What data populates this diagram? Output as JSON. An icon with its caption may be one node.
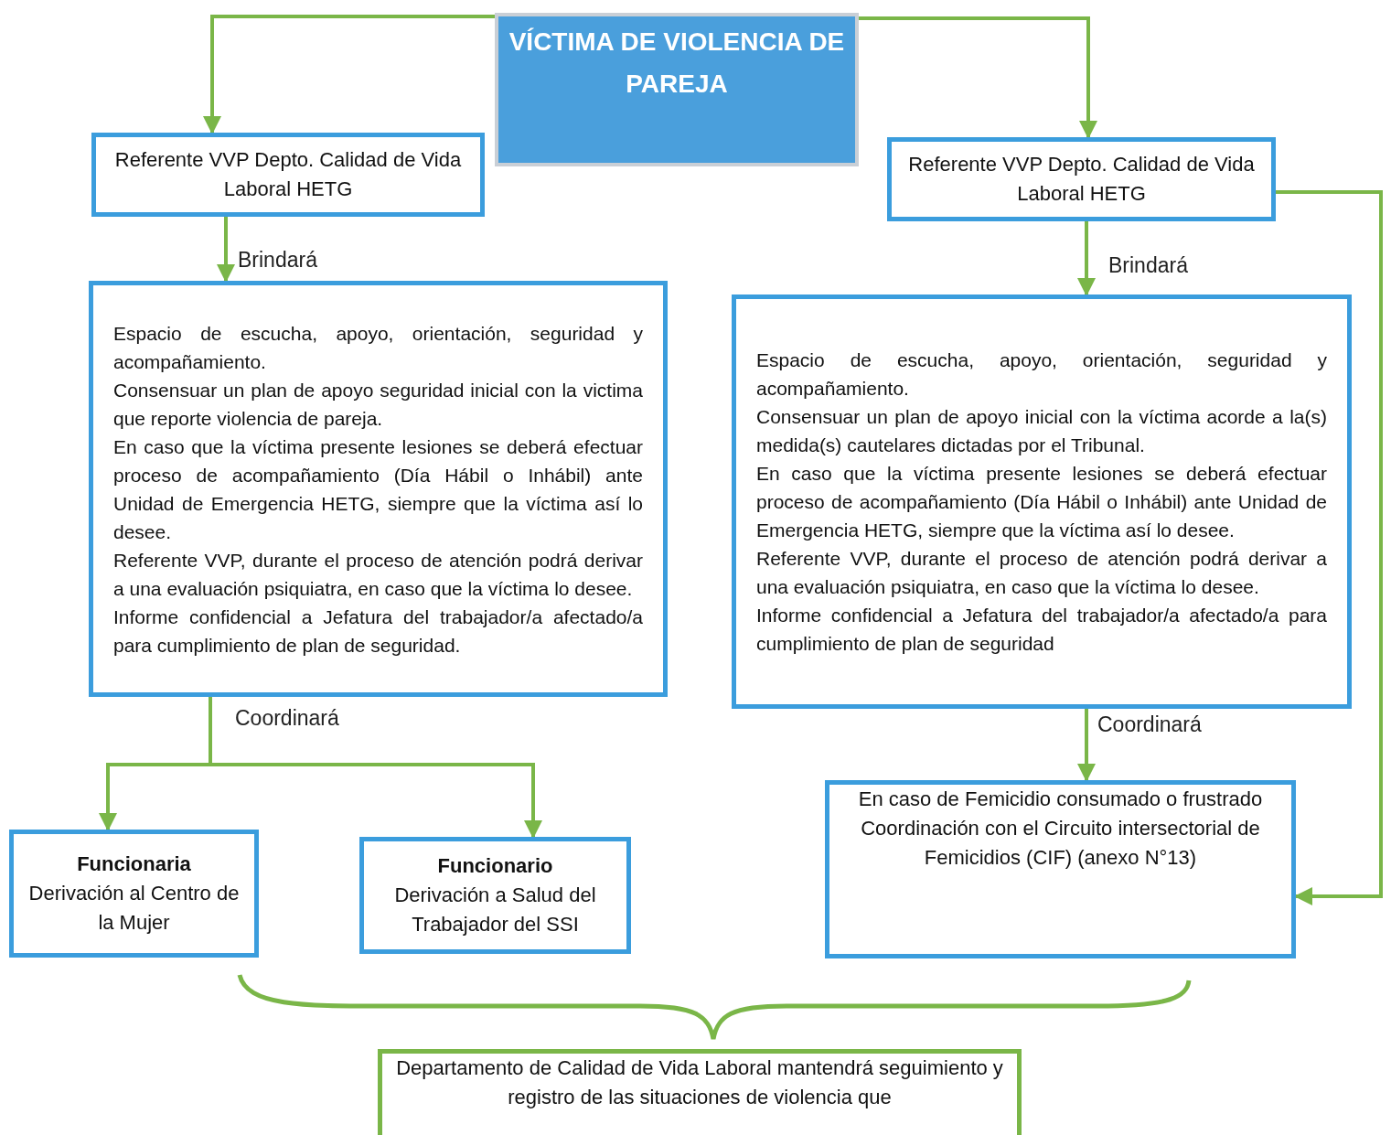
{
  "diagram": {
    "nodes": [
      {
        "text": [
          "VÍCTIMA DE VIOLENCIA DE PAREJA"
        ]
      },
      {
        "text": [
          "Referente VVP Depto. Calidad de Vida Laboral HETG"
        ]
      },
      {
        "text": [
          "Referente VVP Depto. Calidad de Vida Laboral HETG"
        ]
      },
      {
        "text": [
          "Espacio de escucha, apoyo, orientación, seguridad y acompañamiento.",
          "Consensuar un plan de apoyo seguridad inicial con la victima que reporte violencia de pareja.",
          "En caso que la víctima presente lesiones se deberá efectuar proceso de acompañamiento (Día Hábil o Inhábil) ante Unidad de Emergencia HETG, siempre que la víctima así lo desee.",
          "Referente VVP, durante el proceso de atención podrá derivar a una evaluación psiquiatra, en caso que la víctima lo desee.",
          "Informe confidencial a Jefatura del trabajador/a afectado/a para cumplimiento de plan de seguridad."
        ]
      },
      {
        "text": [
          "Espacio de escucha, apoyo, orientación, seguridad y acompañamiento.",
          "Consensuar un plan de apoyo inicial con la víctima acorde a la(s) medida(s) cautelares dictadas por el Tribunal.",
          "En caso que la víctima presente lesiones se deberá efectuar proceso de acompañamiento (Día Hábil o Inhábil) ante Unidad de Emergencia HETG, siempre que la víctima así lo desee.",
          "Referente VVP, durante el proceso de atención podrá derivar a una evaluación psiquiatra, en caso que la víctima lo desee.",
          "Informe confidencial a Jefatura del trabajador/a afectado/a para cumplimiento de plan de seguridad"
        ]
      },
      {
        "text": [
          "Funcionaria",
          "Derivación al Centro de la Mujer"
        ]
      },
      {
        "text": [
          "Funcionario",
          "Derivación a Salud del Trabajador del SSI"
        ]
      },
      {
        "text": [
          "En caso de Femicidio consumado o frustrado Coordinación con el Circuito intersectorial de Femicidios (CIF) (anexo N°13)"
        ]
      },
      {
        "text": [
          "Departamento de Calidad de Vida Laboral mantendrá seguimiento y registro de las situaciones de violencia que"
        ]
      }
    ],
    "edges": [
      {
        "from": 0,
        "to": 1,
        "arrow": "to"
      },
      {
        "from": 0,
        "to": 2,
        "arrow": "to"
      },
      {
        "from": 1,
        "to": 3,
        "arrow": "to",
        "label": "Brindará"
      },
      {
        "from": 2,
        "to": 4,
        "arrow": "to",
        "label": "Brindará"
      },
      {
        "from": 3,
        "to": 5,
        "arrow": "to",
        "label": "Coordinará"
      },
      {
        "from": 3,
        "to": 6,
        "arrow": "to"
      },
      {
        "from": 4,
        "to": 7,
        "arrow": "to",
        "label": "Coordinará"
      },
      {
        "from": 2,
        "to": 7,
        "arrow": "to"
      }
    ]
  }
}
